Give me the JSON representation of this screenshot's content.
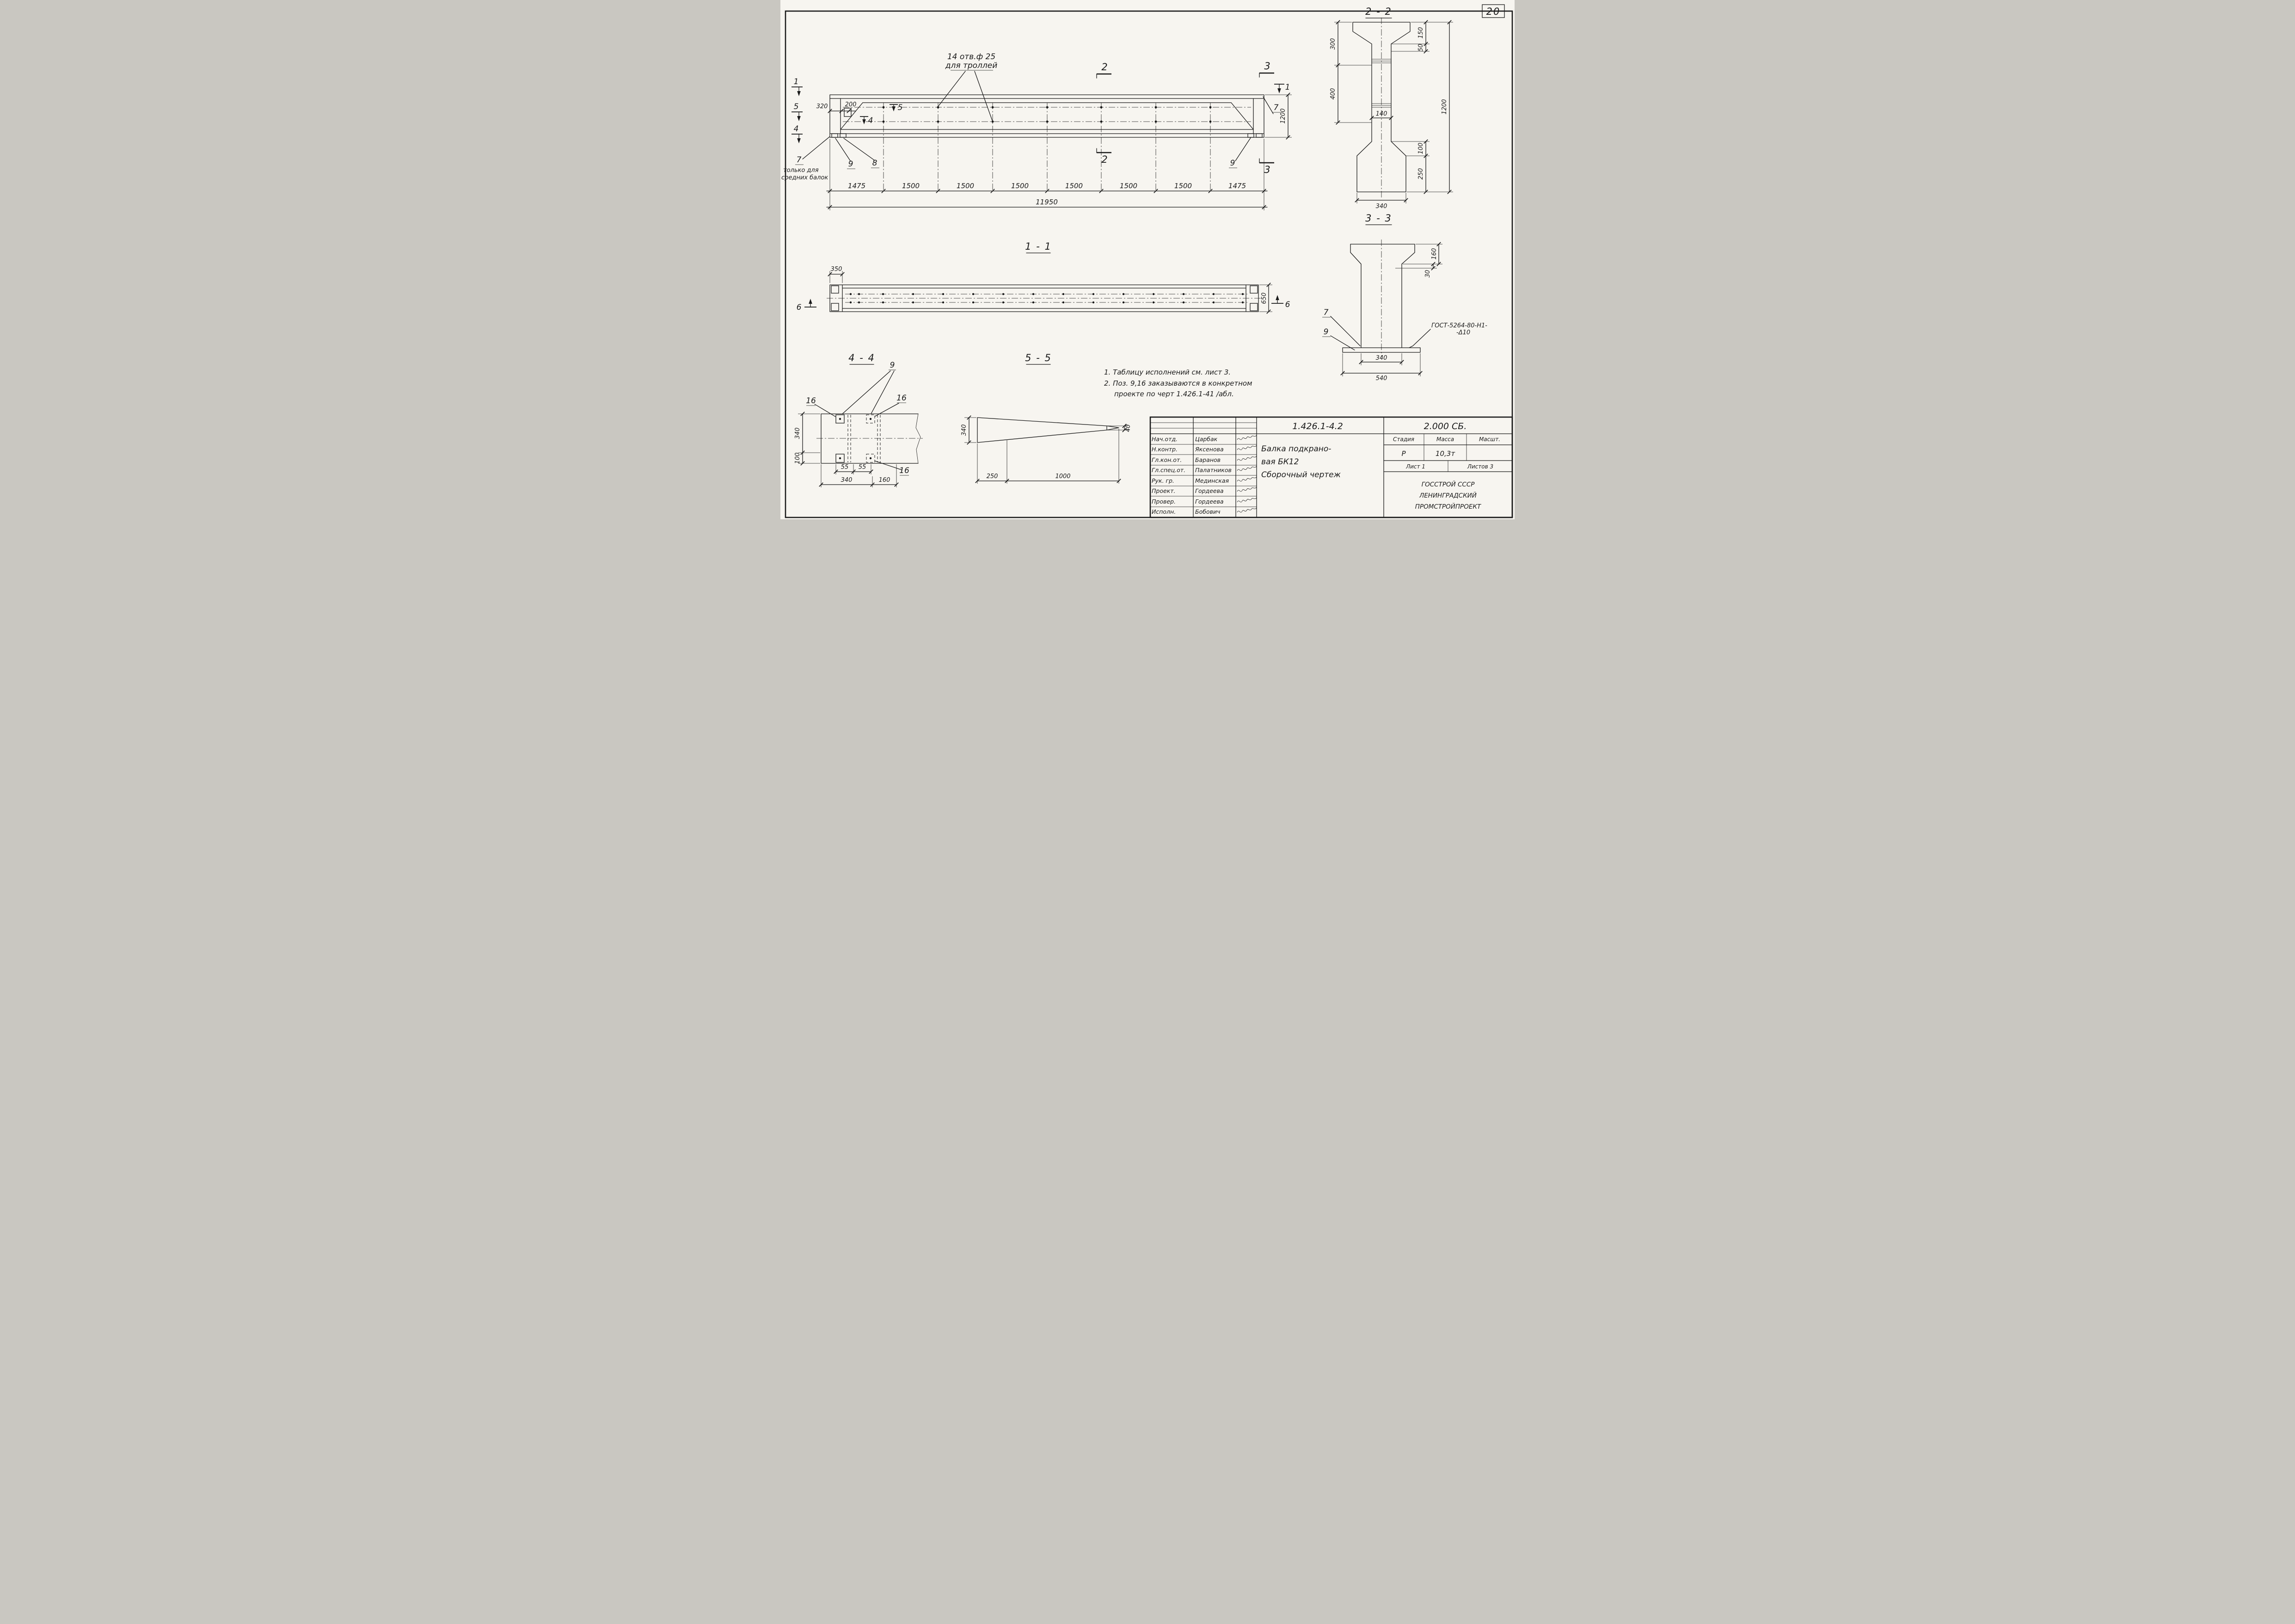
{
  "page_number": "20",
  "elevation": {
    "holes_note_1": "14 отв.ф 25",
    "holes_note_2": "для троллей",
    "marker_1_left": "1",
    "marker_5_left": "5",
    "marker_4_left": "4",
    "marker_5_inner": "5",
    "marker_4_inner": "4",
    "marker_2_top": "2",
    "marker_2_bottom": "2",
    "marker_3_top": "3",
    "marker_3_bottom": "3",
    "marker_1_right": "1",
    "label_7_left": "7",
    "label_9_left": "9",
    "label_8_left": "8",
    "label_7_right": "7",
    "label_9_right": "9",
    "footnote_1": "только для",
    "footnote_2": "средних балок",
    "dim_320": "320",
    "dim_200": "200",
    "dim_1200": "1200",
    "dims_chain": [
      "1475",
      "1500",
      "1500",
      "1500",
      "1500",
      "1500",
      "1500",
      "1475"
    ],
    "dim_total": "11950"
  },
  "section_22": {
    "title": "2 - 2",
    "dim_300": "300",
    "dim_400": "400",
    "dim_150": "150",
    "dim_50": "50",
    "dim_100": "100",
    "dim_250": "250",
    "dim_1200": "1200",
    "dim_140": "140",
    "dim_340": "340"
  },
  "section_11": {
    "title": "1 - 1",
    "dim_350": "350",
    "dim_650": "650",
    "marker_6_left": "6",
    "marker_6_right": "6"
  },
  "section_33": {
    "title": "3 - 3",
    "dim_160": "160",
    "dim_30": "30",
    "dim_340": "340",
    "dim_540": "540",
    "label_7": "7",
    "label_9": "9",
    "weld_note_1": "ГОСТ-5264-80-Н1-",
    "weld_note_2": "-Δ10"
  },
  "section_44": {
    "title": "4 - 4",
    "label_9": "9",
    "label_16_a": "16",
    "label_16_b": "16",
    "label_16_c": "16",
    "dim_340_v": "340",
    "dim_100": "100",
    "dim_55_a": "55",
    "dim_55_b": "55",
    "dim_340_h": "340",
    "dim_160": "160"
  },
  "section_55": {
    "title": "5 - 5",
    "dim_340": "340",
    "dim_40": "40",
    "dim_250": "250",
    "dim_1000": "1000"
  },
  "notes": {
    "line_1": "1. Таблицу исполнений  см. лист 3.",
    "line_2": "2. Поз. 9,16 заказываются в конкретном",
    "line_3": "проекте по черт 1.426.1-41 /абл."
  },
  "title_block": {
    "doc_number": "1.426.1-4.2",
    "doc_code": "2.000 СБ.",
    "rows": [
      {
        "role": "Нач.отд.",
        "name": "Царбак"
      },
      {
        "role": "Н.контр.",
        "name": "Яксенова"
      },
      {
        "role": "Гл.кон.от.",
        "name": "Баранов"
      },
      {
        "role": "Гл.спец.от.",
        "name": "Палатников"
      },
      {
        "role": "Рук. гр.",
        "name": "Мединская"
      },
      {
        "role": "Проект.",
        "name": "Гордеева"
      },
      {
        "role": "Провер.",
        "name": "Гордеева"
      },
      {
        "role": "Исполн.",
        "name": "Бобович"
      }
    ],
    "title_1": "Балка подкрано-",
    "title_2": "вая БК12",
    "title_3": "Сборочный чертеж",
    "stage_header": "Стадия",
    "mass_header": "Масса",
    "scale_header": "Масшт.",
    "stage": "Р",
    "mass": "10,3т",
    "sheet": "Лист 1",
    "sheets": "Листов 3",
    "org_1": "ГОССТРОЙ СССР",
    "org_2": "ЛЕНИНГРАДСКИЙ",
    "org_3": "ПРОМСТРОЙПРОЕКТ"
  }
}
